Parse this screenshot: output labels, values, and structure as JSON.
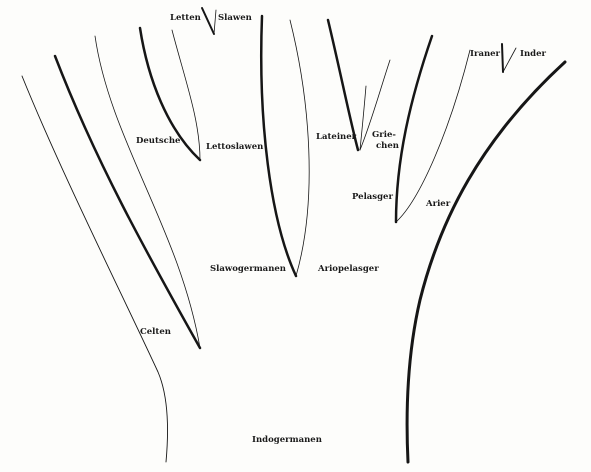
{
  "colors": {
    "ink": "#161616",
    "paper": "#fdfdfb"
  },
  "labels": {
    "letten": "Letten",
    "slawen": "Slawen",
    "iraner": "Iraner",
    "inder": "Inder",
    "deutsche": "Deutsche",
    "lettoslawen": "Lettoslawen",
    "lateiner": "Lateiner",
    "griechen_1": "Grie-",
    "griechen_2": "chen",
    "pelasger": "Pelasger",
    "arier": "Arier",
    "slawogermanen": "Slawogermanen",
    "ariopelasger": "Ariopelasger",
    "celten": "Celten",
    "indogermanen": "Indogermanen"
  }
}
